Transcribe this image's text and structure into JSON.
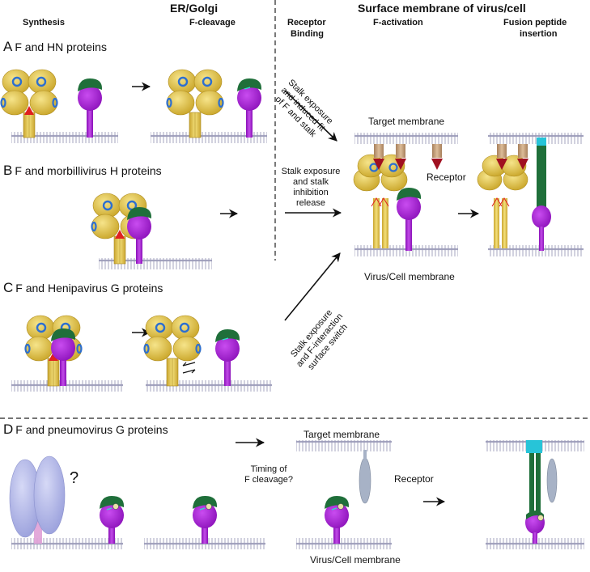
{
  "headers": {
    "er_golgi": "ER/Golgi",
    "surface": "Surface membrane of virus/cell"
  },
  "columns": {
    "synthesis": "Synthesis",
    "f_cleavage": "F-cleavage",
    "receptor_binding_1": "Receptor",
    "receptor_binding_2": "Binding",
    "f_activation": "F-activation",
    "fusion_1": "Fusion peptide",
    "fusion_2": "insertion"
  },
  "rows": {
    "a_letter": "A",
    "a_label": "F and HN proteins",
    "b_letter": "B",
    "b_label": "F and morbillivirus H proteins",
    "c_letter": "C",
    "c_label": "F and Henipavirus G proteins",
    "d_letter": "D",
    "d_label": "F and pneumovirus G proteins"
  },
  "arrow_labels": {
    "a_line1": "Stalk exposure",
    "a_line2": "and induced fit",
    "a_line3": "of F and stalk",
    "b_line1": "Stalk exposure",
    "b_line2": "and stalk",
    "b_line3": "inhibition",
    "b_line4": "release",
    "c_line1": "Stalk exposure",
    "c_line2": "and F-interaction",
    "c_line3": "surface switch",
    "d_line1": "Timing of",
    "d_line2": "F cleavage?"
  },
  "annotations": {
    "target_membrane": "Target membrane",
    "receptor": "Receptor",
    "virus_cell_membrane": "Virus/Cell membrane",
    "target_membrane_d": "Target membrane",
    "receptor_d": "Receptor",
    "virus_cell_membrane_d": "Virus/Cell membrane",
    "question_mark": "?"
  },
  "colors": {
    "f_gold": "#e0c242",
    "f_ring": "#2d6fd0",
    "f_cleavage_site": "#e02020",
    "attachment_head_green": "#1f6f3a",
    "attachment_body_purple": "#a01ad0",
    "fusion_peptide_cyan": "#27c4d8",
    "receptor_brown": "#c49a74",
    "receptor_arrow_red": "#a01020",
    "pneumo_f_lavender": "#aeb3e6",
    "pneumo_stalk_pink": "#e0a0d6",
    "receptor_grey": "#a7b2c6"
  }
}
